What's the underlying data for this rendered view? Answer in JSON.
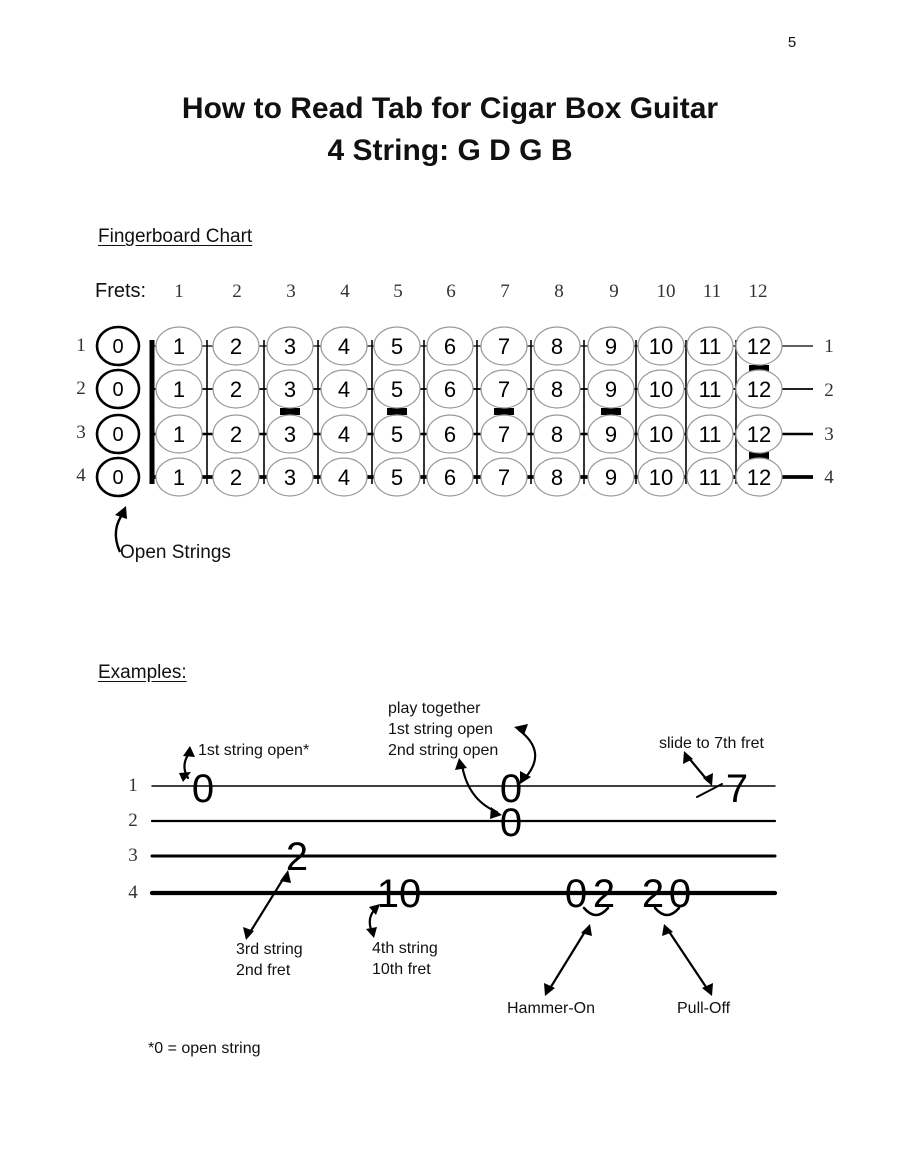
{
  "page_number": "5",
  "title": {
    "line1": "How to Read Tab for Cigar Box Guitar",
    "line2": "4 String:  G D G B"
  },
  "fingerboard": {
    "heading": "Fingerboard Chart",
    "frets_label": "Frets:",
    "fret_numbers": [
      "1",
      "2",
      "3",
      "4",
      "5",
      "6",
      "7",
      "8",
      "9",
      "10",
      "11",
      "12"
    ],
    "string_numbers": [
      "1",
      "2",
      "3",
      "4"
    ],
    "open_marker": "0",
    "note_labels": [
      "1",
      "2",
      "3",
      "4",
      "5",
      "6",
      "7",
      "8",
      "9",
      "10",
      "11",
      "12"
    ],
    "open_strings_label": "Open Strings"
  },
  "examples": {
    "heading": "Examples:",
    "string_numbers": [
      "1",
      "2",
      "3",
      "4"
    ],
    "tab_notes": {
      "s1_open_a": "0",
      "s3_fret2": "2",
      "s4_fret10": "10",
      "chord_s1": "0",
      "chord_s2": "0",
      "hammer_from": "0",
      "hammer_to": "2",
      "pull_from": "2",
      "pull_to": "0",
      "slide_to": "7"
    },
    "annotations": {
      "first_open": "1st string open*",
      "play_together_1": "play together",
      "play_together_2": "1st string open",
      "play_together_3": "2nd string open",
      "slide": "slide to 7th fret",
      "third_string_1": "3rd string",
      "third_string_2": "2nd fret",
      "fourth_string_1": "4th string",
      "fourth_string_2": "10th fret",
      "hammer_on": "Hammer-On",
      "pull_off": "Pull-Off"
    },
    "footnote": "*0 = open string"
  }
}
